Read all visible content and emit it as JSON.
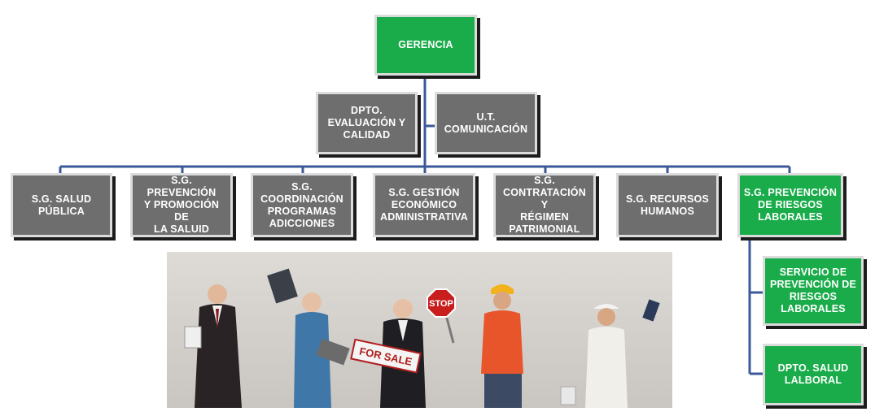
{
  "colors": {
    "green_box": "#1aac4a",
    "gray_box": "#6e6e6e",
    "connector": "#3b5998",
    "photo_background": "#d6d3cf"
  },
  "org": {
    "top": {
      "label": "GERENCIA",
      "color": "green"
    },
    "staff_units": [
      {
        "label": "DPTO.\nEVALUACIÓN Y\nCALIDAD",
        "color": "gray"
      },
      {
        "label": "U.T.\nCOMUNICACIÓN",
        "color": "gray"
      }
    ],
    "subdirectorates": [
      {
        "label": "S.G. SALUD\nPÚBLICA",
        "color": "gray"
      },
      {
        "label": "S.G. PREVENCIÓN\nY PROMOCIÓN DE\nLA SALUID",
        "color": "gray"
      },
      {
        "label": "S.G.\nCOORDINACIÓN\nPROGRAMAS\nADICCIONES",
        "color": "gray"
      },
      {
        "label": "S.G. GESTIÓN\nECONÓMICO\nADMINISTRATIVA",
        "color": "gray"
      },
      {
        "label": "S.G.\nCONTRATACIÓN Y\nRÉGIMEN\nPATRIMONIAL",
        "color": "gray"
      },
      {
        "label": "S.G. RECURSOS\nHUMANOS",
        "color": "gray"
      },
      {
        "label": "S.G. PREVENCIÓN\nDE RIESGOS\nLABORALES",
        "color": "green"
      }
    ],
    "children_of_prevention": [
      {
        "label": "SERVICIO DE\nPREVENCIÓN DE\nRIESGOS\nLABORALES",
        "color": "green"
      },
      {
        "label": "DPTO. SALUD\nLALBORAL",
        "color": "green"
      }
    ]
  },
  "photo": {
    "subject": "workers-group-photo",
    "signs": {
      "stop": "STOP",
      "for_sale": "FOR SALE"
    }
  }
}
